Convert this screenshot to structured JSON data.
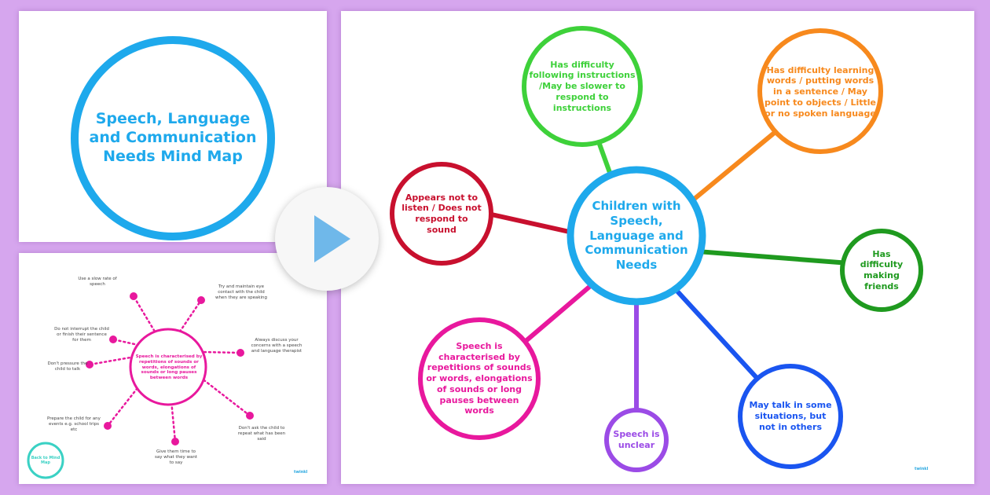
{
  "title_slide": {
    "title": "Speech, Language and Communication Needs Mind Map",
    "color": "#1ea9ec"
  },
  "detail_slide": {
    "center": "Speech is characterised by repetitions of sounds or words, elongations of sounds or long pauses between words",
    "color": "#e8189d",
    "tips": [
      "Use a slow rate of speech",
      "Try and maintain eye contact with the child when they are speaking",
      "Always discuss your concerns with a speech and language therapist",
      "Don't ask the child to repeat what has been said",
      "Give them time to say what they want to say",
      "Prepare the child for any events e.g. school trips etc",
      "Don't pressure the child to talk",
      "Do not interrupt the child or finish their sentence for them"
    ],
    "back_button": "Back to Mind Map",
    "logo": "twinkl"
  },
  "main_slide": {
    "center": "Children with Speech, Language and Communication Needs",
    "center_color": "#1ea9ec",
    "nodes": [
      {
        "text": "Has difficulty following instructions /May be slower to respond to instructions",
        "color": "#3ed13a"
      },
      {
        "text": "Has difficulty learning words / putting words in a sentence / May point to objects / Little or no spoken language",
        "color": "#f7891d"
      },
      {
        "text": "Appears not to listen / Does not respond to sound",
        "color": "#c8102e"
      },
      {
        "text": "Has difficulty making friends",
        "color": "#1f9a1f"
      },
      {
        "text": "May talk in some situations, but not in others",
        "color": "#1a55f0"
      },
      {
        "text": "Speech is unclear",
        "color": "#9b4be6"
      },
      {
        "text": "Speech is characterised by repetitions of sounds or words, elongations of sounds or long pauses between words",
        "color": "#e8189d"
      }
    ],
    "logo": "twinkl"
  },
  "play_button": {
    "icon": "play-icon",
    "color": "#6fb8ea"
  }
}
